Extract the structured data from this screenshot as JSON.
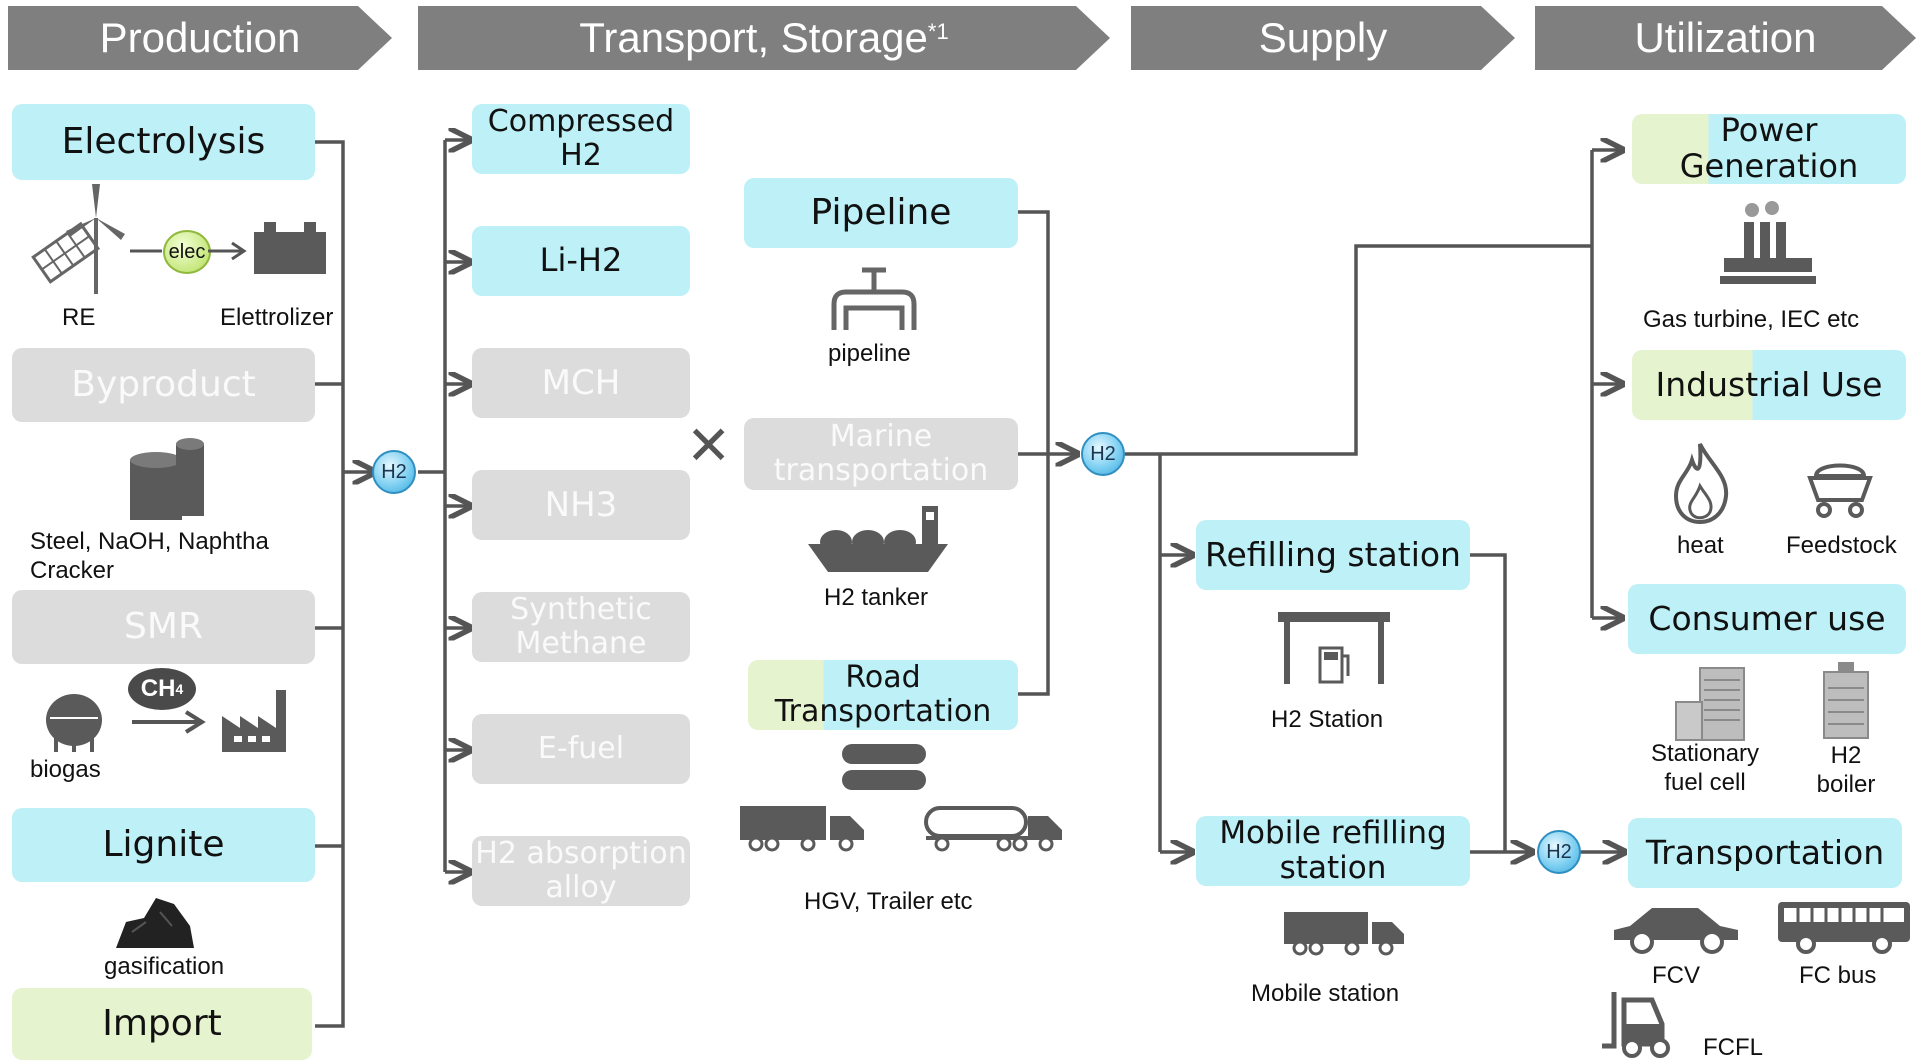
{
  "stages": {
    "production": "Production",
    "transport": "Transport, Storage",
    "transport_sup": "*1",
    "supply": "Supply",
    "utilization": "Utilization"
  },
  "production": {
    "electrolysis": "Electrolysis",
    "re": "RE",
    "elec": "elec",
    "elettrolizer": "Elettrolizer",
    "byproduct": "Byproduct",
    "steel_line1": "Steel, NaOH, Naphtha",
    "steel_line2": "Cracker",
    "smr": "SMR",
    "ch4": "CH",
    "ch4_sub": "4",
    "biogas": "biogas",
    "lignite": "Lignite",
    "gasification": "gasification",
    "import": "Import"
  },
  "hub": {
    "h2": "H2"
  },
  "carriers": {
    "compressed_1": "Compressed",
    "compressed_2": "H2",
    "lih2": "Li-H2",
    "mch": "MCH",
    "nh3": "NH3",
    "synthetic_1": "Synthetic",
    "synthetic_2": "Methane",
    "efuel": "E-fuel",
    "alloy_1": "H2 absorption",
    "alloy_2": "alloy",
    "cross": "✕"
  },
  "transport": {
    "pipeline": "Pipeline",
    "pipeline_label": "pipeline",
    "marine_1": "Marine",
    "marine_2": "transportation",
    "tanker": "H2 tanker",
    "road_1": "Road",
    "road_2": "Transportation",
    "hgv": "HGV, Trailer etc"
  },
  "supply": {
    "refilling": "Refilling station",
    "h2station": "H2 Station",
    "mobile_1": "Mobile refilling",
    "mobile_2": "station",
    "mobile_label": "Mobile station"
  },
  "utilization": {
    "power": "Power Generation",
    "gas_turbine": "Gas turbine, IEC etc",
    "industrial": "Industrial Use",
    "heat": "heat",
    "feedstock": "Feedstock",
    "consumer": "Consumer use",
    "stationary_1": "Stationary",
    "stationary_2": "fuel cell",
    "boiler_1": "H2",
    "boiler_2": "boiler",
    "transportation": "Transportation",
    "fcv": "FCV",
    "fcbus": "FC bus",
    "fcfl": "FCFL"
  },
  "colors": {
    "cyan": "#bdf0f7",
    "grey": "#dcdcdc",
    "green": "#e6f3cf",
    "line": "#555555",
    "banner": "#7f7f7f"
  }
}
